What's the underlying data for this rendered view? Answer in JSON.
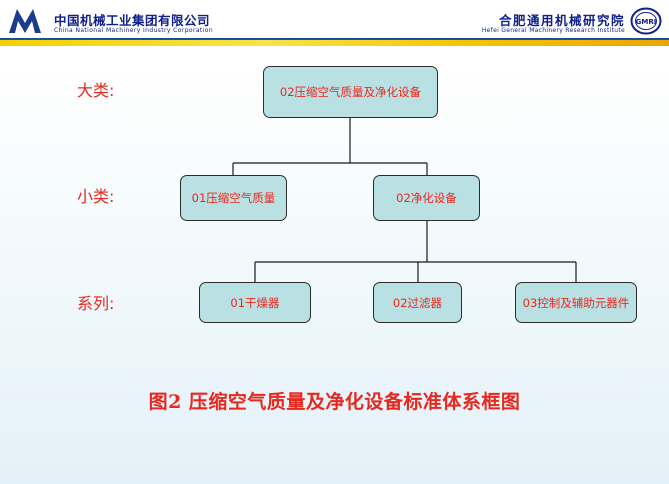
{
  "header": {
    "left_cn": "中国机械工业集团有限公司",
    "left_en": "China National Machinery Industry Corporation",
    "right_cn": "合肥通用机械研究院",
    "right_en": "Hefei General Machinery Research Institute",
    "right_logo_text": "GMRI"
  },
  "levels": {
    "major": "大类:",
    "minor": "小类:",
    "series": "系列:"
  },
  "nodes": {
    "root": "02压缩空气质量及净化设备",
    "minor_1": "01压缩空气质量",
    "minor_2": "02净化设备",
    "series_1": "01干燥器",
    "series_2": "02过滤器",
    "series_3": "03控制及辅助元器件"
  },
  "caption": "图2 压缩空气质量及净化设备标准体系框图",
  "colors": {
    "accent_red": "#e8281e",
    "node_fill": "#b9e1e4",
    "brand_blue": "#10208a"
  }
}
